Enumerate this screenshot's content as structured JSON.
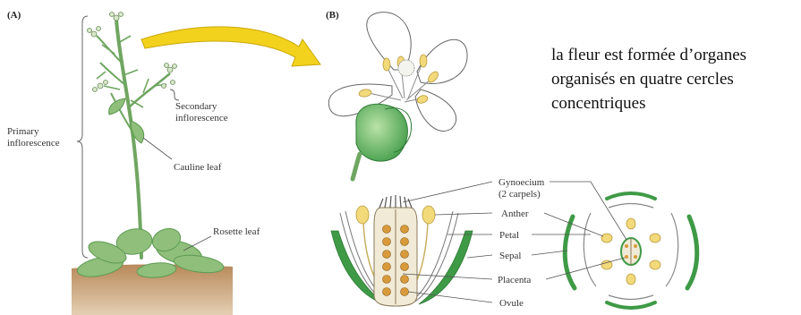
{
  "panels": {
    "a": "(A)",
    "b": "(B)"
  },
  "labels": {
    "primary_inflorescence": [
      "Primary",
      "inflorescence"
    ],
    "secondary_inflorescence": [
      "Secondary",
      "inflorescence"
    ],
    "cauline_leaf": "Cauline leaf",
    "rosette_leaf": "Rosette leaf",
    "gynoecium": [
      "Gynoecium",
      "(2 carpels)"
    ],
    "anther": "Anther",
    "petal": "Petal",
    "sepal": "Sepal",
    "placenta": "Placenta",
    "ovule": "Ovule"
  },
  "caption": [
    "la fleur est formée d’organes",
    "organisés en quatre cercles",
    "concentriques"
  ],
  "colors": {
    "arrow": "#f2d21c",
    "leaf": "#8fbf7a",
    "leaf_dark": "#5d9a52",
    "sepal": "#3f9a46",
    "anther": "#f2d97a",
    "soil": "#c49a6c"
  }
}
